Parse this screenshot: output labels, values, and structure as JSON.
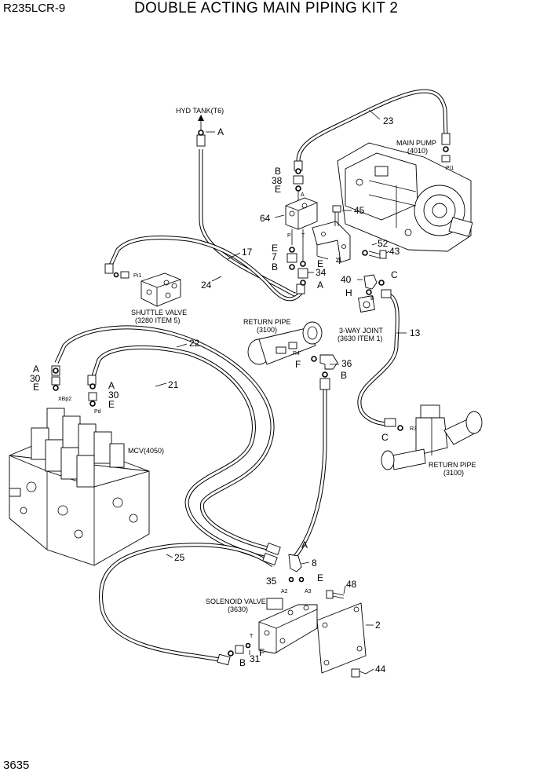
{
  "header": {
    "model": "R235LCR-9",
    "title": "DOUBLE ACTING MAIN PIPING KIT 2"
  },
  "footer": {
    "page_number": "3635"
  },
  "components": {
    "hyd_tank": "HYD TANK(T6)",
    "main_pump": [
      "MAIN PUMP",
      "(4010)"
    ],
    "shuttle_valve": [
      "SHUTTLE VALVE",
      "(3280 ITEM 5)"
    ],
    "return_pipe_upper": [
      "RETURN PIPE",
      "(3100)"
    ],
    "three_way_joint": [
      "3-WAY JOINT",
      "(3630 ITEM 1)"
    ],
    "mcv": "MCV(4050)",
    "return_pipe_lower": [
      "RETURN PIPE",
      "(3100)"
    ],
    "solenoid_valve": [
      "SOLENOID VALVE",
      "(3630)"
    ]
  },
  "ports": {
    "pi1_pump": "Pi1",
    "pi1_shuttle": "Pi1",
    "a_block": "A",
    "p": "P",
    "t": "T",
    "r4": "R4",
    "b_joint": "B",
    "xbp2": "XBp2",
    "pd": "Pd",
    "r3": "R3",
    "a2": "A2",
    "a3": "A3",
    "t_solenoid": "T"
  },
  "callouts": {
    "p23": "23",
    "p64": "64",
    "p45": "45",
    "p52": "52",
    "p43": "43",
    "p4": "4",
    "p17": "17",
    "p24": "24",
    "p34": "34",
    "p40": "40",
    "p13": "13",
    "p22": "22",
    "p36": "36",
    "p21": "21",
    "p30a": "30",
    "p30b": "30",
    "p25": "25",
    "p8": "8",
    "p35": "35",
    "p48": "48",
    "p2": "2",
    "p31": "31",
    "p44": "44",
    "p38": "38",
    "p7": "7",
    "letter_a": "A",
    "letter_b": "B",
    "letter_c": "C",
    "letter_e": "E",
    "letter_f": "F",
    "letter_h": "H"
  },
  "colors": {
    "ink": "#000000",
    "paper": "#ffffff"
  }
}
